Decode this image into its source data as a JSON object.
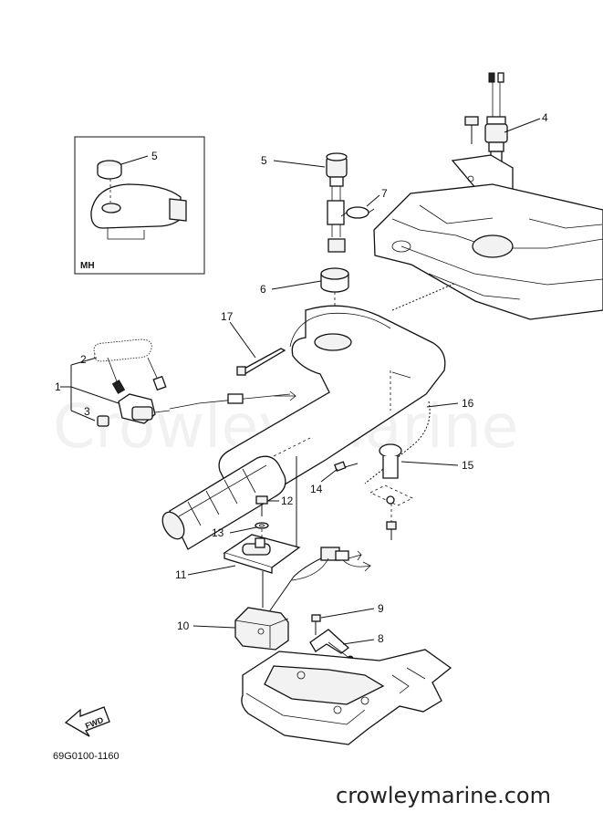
{
  "watermark": "Crowley Marine",
  "website": "crowleymarine.com",
  "diagram_code": "69G0100-1160",
  "inset_label": "MH",
  "fwd_label": "FWD",
  "callouts": {
    "c1": "1",
    "c2": "2",
    "c3": "3",
    "c4": "4",
    "c5": "5",
    "c5b": "5",
    "c6": "6",
    "c7": "7",
    "c8": "8",
    "c9": "9",
    "c10": "10",
    "c11": "11",
    "c12": "12",
    "c13": "13",
    "c14": "14",
    "c15": "15",
    "c16": "16",
    "c17": "17"
  }
}
